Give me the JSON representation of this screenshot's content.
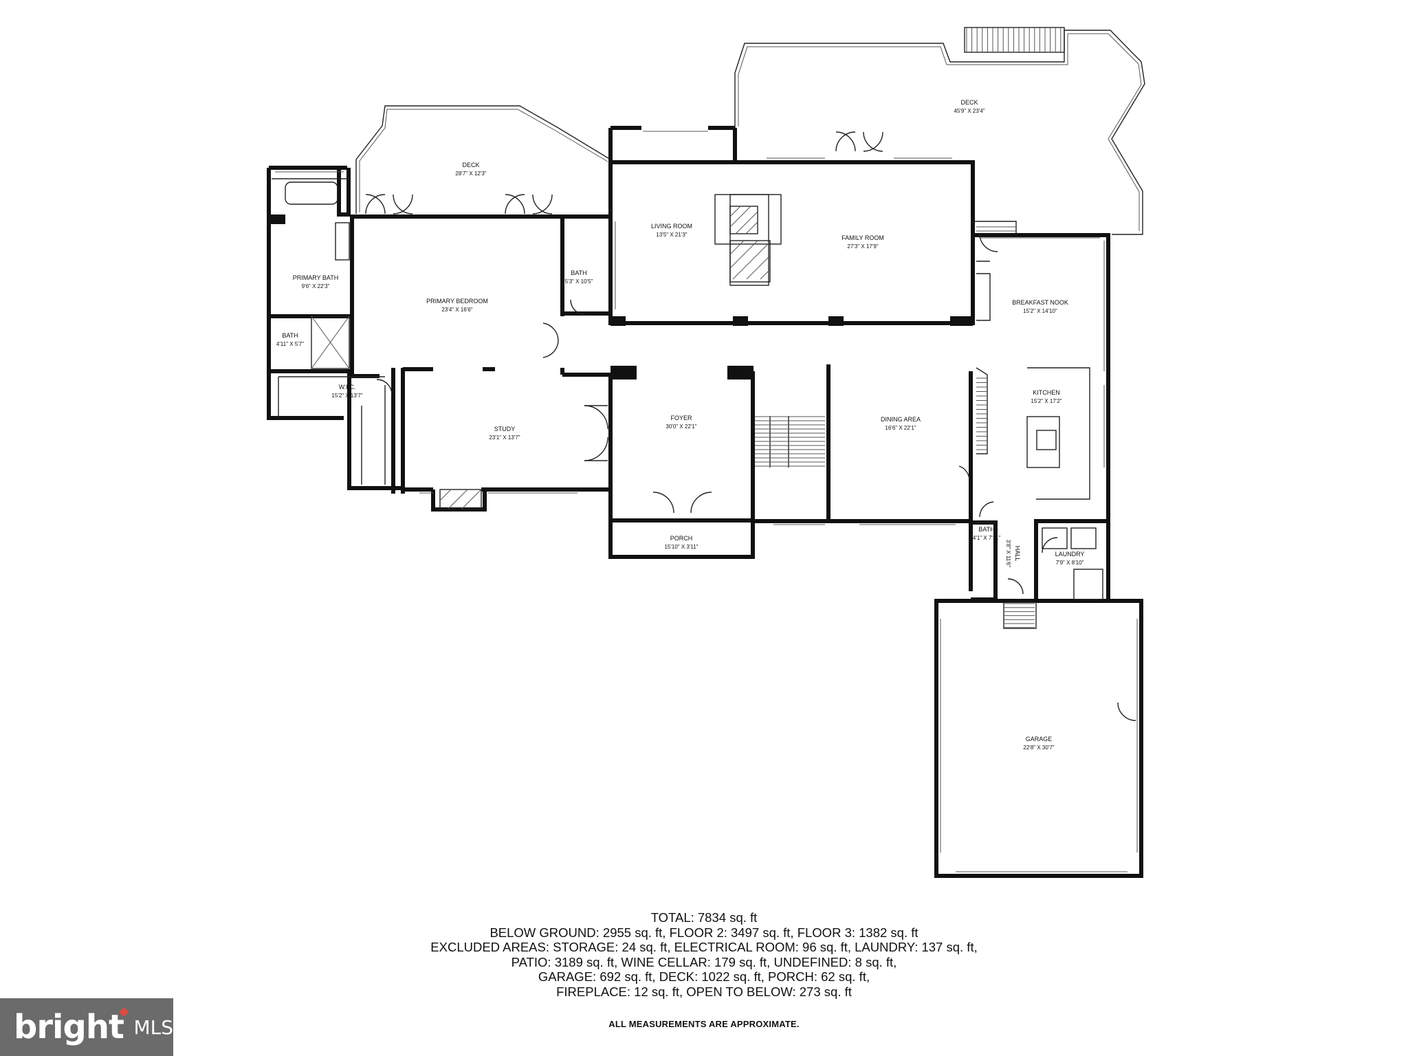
{
  "rooms": {
    "deck_left": {
      "name": "DECK",
      "dim": "28'7\" X 12'3\""
    },
    "deck_right": {
      "name": "DECK",
      "dim": "45'9\" X 23'4\""
    },
    "living_room": {
      "name": "LIVING ROOM",
      "dim": "13'5\" X 21'3\""
    },
    "family_room": {
      "name": "FAMILY ROOM",
      "dim": "27'3\" X 17'9\""
    },
    "primary_bath": {
      "name": "PRIMARY BATH",
      "dim": "9'6\" X 22'3\""
    },
    "primary_bedroom": {
      "name": "PRIMARY BEDROOM",
      "dim": "23'4\" X 16'6\""
    },
    "bath_a": {
      "name": "BATH",
      "dim": "5'3\" X 10'5\""
    },
    "bath_b": {
      "name": "BATH",
      "dim": "4'11\" X 5'7\""
    },
    "wic": {
      "name": "W.I.C.",
      "dim": "15'2\" X 13'7\""
    },
    "breakfast_nook": {
      "name": "BREAKFAST NOOK",
      "dim": "15'2\" X 14'10\""
    },
    "kitchen": {
      "name": "KITCHEN",
      "dim": "15'2\" X 17'2\""
    },
    "study": {
      "name": "STUDY",
      "dim": "23'1\" X 13'7\""
    },
    "foyer": {
      "name": "FOYER",
      "dim": "30'0\" X 22'1\""
    },
    "dining_area": {
      "name": "DINING AREA",
      "dim": "16'6\" X 22'1\""
    },
    "porch": {
      "name": "PORCH",
      "dim": "15'10\" X 3'11\""
    },
    "bath_c": {
      "name": "BATH",
      "dim": "4'1\" X 7'11\""
    },
    "hall": {
      "name": "HALL",
      "dim": "3'8\" X 11'6\""
    },
    "laundry": {
      "name": "LAUNDRY",
      "dim": "7'9\" X 8'10\""
    },
    "garage": {
      "name": "GARAGE",
      "dim": "22'8\" X 30'7\""
    }
  },
  "totals": {
    "line1": "TOTAL: 7834 sq. ft",
    "line2": "BELOW GROUND: 2955 sq. ft, FLOOR 2: 3497 sq. ft, FLOOR 3: 1382 sq. ft",
    "line3": "EXCLUDED AREAS: STORAGE: 24 sq. ft, ELECTRICAL ROOM: 96 sq. ft, LAUNDRY: 137 sq. ft,",
    "line4": "PATIO: 3189 sq. ft, WINE CELLAR: 179 sq. ft, UNDEFINED: 8 sq. ft,",
    "line5": "GARAGE: 692 sq. ft, DECK: 1022 sq. ft, PORCH: 62 sq. ft,",
    "line6": "FIREPLACE: 12 sq. ft, OPEN TO BELOW: 273 sq. ft"
  },
  "note": "ALL MEASUREMENTS ARE APPROXIMATE.",
  "logo": {
    "word": "bright",
    "suffix": "MLS",
    "accent": "#e8473d",
    "bg": "#6b6b6b"
  }
}
